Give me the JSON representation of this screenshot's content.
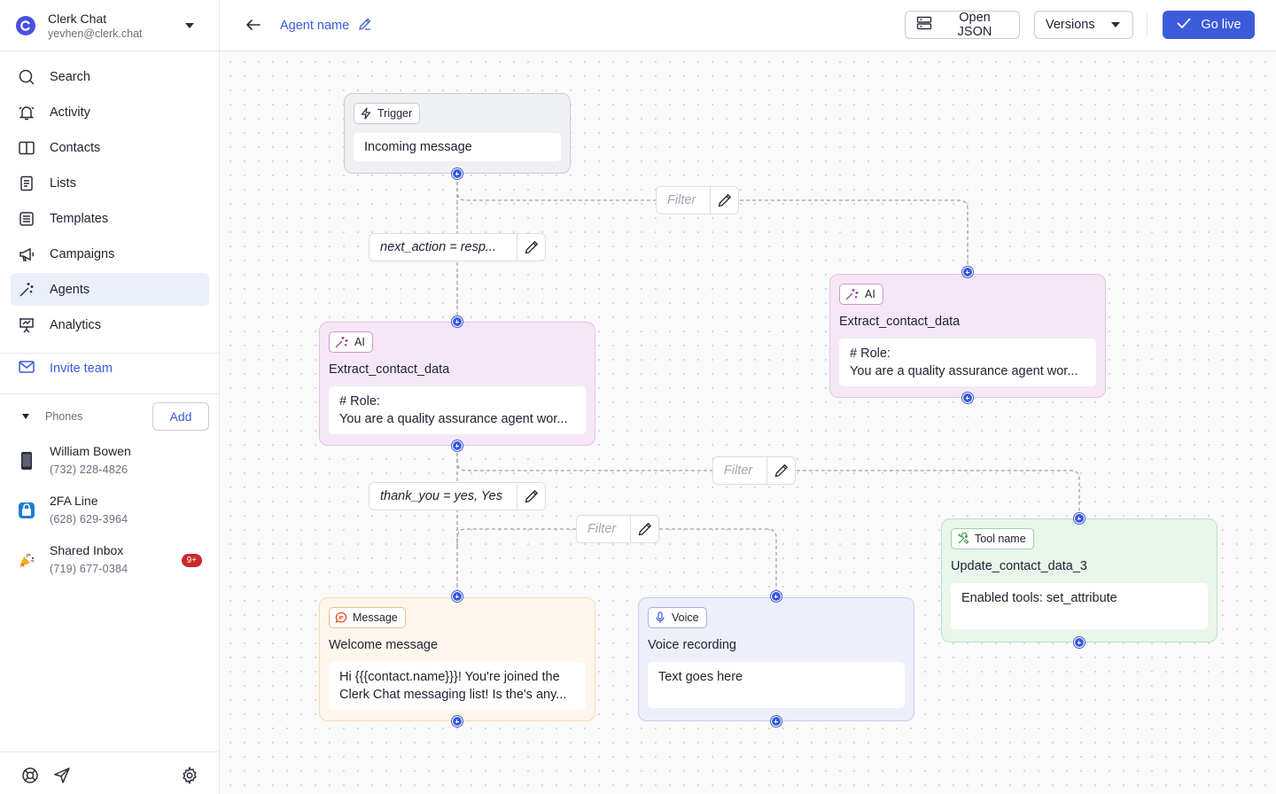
{
  "workspace": {
    "name": "Clerk Chat",
    "email": "yevhen@clerk.chat"
  },
  "nav": [
    {
      "label": "Search",
      "icon": "search-icon"
    },
    {
      "label": "Activity",
      "icon": "bell-icon"
    },
    {
      "label": "Contacts",
      "icon": "book-icon"
    },
    {
      "label": "Lists",
      "icon": "list-icon"
    },
    {
      "label": "Templates",
      "icon": "template-icon"
    },
    {
      "label": "Campaigns",
      "icon": "megaphone-icon"
    },
    {
      "label": "Agents",
      "icon": "magic-wand-icon",
      "active": true
    },
    {
      "label": "Analytics",
      "icon": "presentation-icon"
    }
  ],
  "invite_label": "Invite team",
  "phones": {
    "header": "Phones",
    "add_label": "Add",
    "items": [
      {
        "name": "William Bowen",
        "number": "(732) 228-4826",
        "icon": "mobile-phone-icon"
      },
      {
        "name": "2FA Line",
        "number": "(628) 629-3964",
        "icon": "lock-app-icon"
      },
      {
        "name": "Shared Inbox",
        "number": "(719) 677-0384",
        "icon": "party-popper-icon",
        "badge": "9+"
      }
    ]
  },
  "topbar": {
    "agent_name": "Agent name",
    "open_json": "Open JSON",
    "versions": "Versions",
    "go_live": "Go live"
  },
  "canvas": {
    "nodes": {
      "trigger": {
        "tag": "Trigger",
        "body": "Incoming message"
      },
      "ai_left": {
        "tag": "AI",
        "title": "Extract_contact_data",
        "body_line1": "# Role:",
        "body_line2": "You are a quality assurance agent wor..."
      },
      "ai_right": {
        "tag": "AI",
        "title": "Extract_contact_data",
        "body_line1": "# Role:",
        "body_line2": "You are a quality assurance agent wor..."
      },
      "message": {
        "tag": "Message",
        "title": "Welcome message",
        "body_line1": "Hi {{{contact.name}}}! You're joined the",
        "body_line2": "Clerk Chat messaging list! Is the's any..."
      },
      "voice": {
        "tag": "Voice",
        "title": "Voice recording",
        "body": "Text goes here"
      },
      "tool": {
        "tag": "Tool name",
        "title": "Update_contact_data_3",
        "body": "Enabled tools: set_attribute"
      }
    },
    "conditions": {
      "filter_top": "Filter",
      "next_action": "next_action = resp...",
      "filter_mid": "Filter",
      "thank_you": "thank_you = yes, Yes",
      "filter_low": "Filter"
    }
  },
  "colors": {
    "accent": "#3b5bdb",
    "badge": "#c92a2a"
  }
}
